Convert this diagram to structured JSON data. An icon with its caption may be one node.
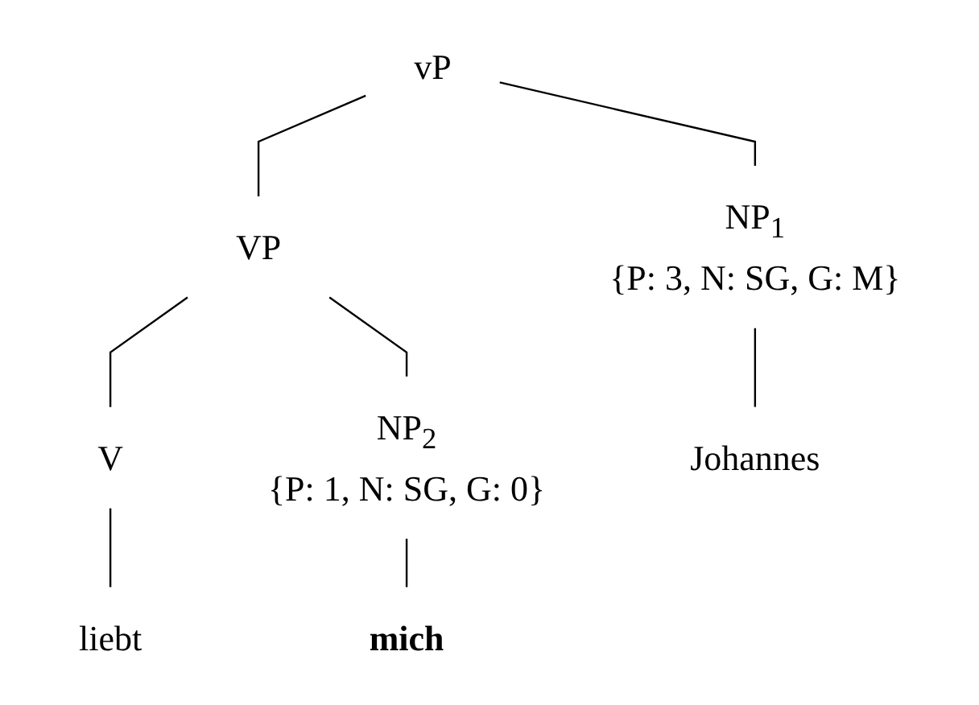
{
  "diagram": {
    "nodes": [
      {
        "text": [
          "vP"
        ]
      },
      {
        "text": [
          "NP$_{1}$",
          "{P: 3, N: SG, G: M}"
        ]
      },
      {
        "text": [
          "VP"
        ]
      },
      {
        "text": [
          "V"
        ]
      },
      {
        "text": [
          "NP$_{2}$",
          "{P: 1, N: SG, G: 0}"
        ]
      },
      {
        "text": [
          "Johannes"
        ]
      },
      {
        "text": [
          "liebt"
        ]
      },
      {
        "text": [
          "mich"
        ]
      }
    ],
    "edges": [
      {
        "from": 0,
        "to": 1,
        "arrow": "none"
      },
      {
        "from": 0,
        "to": 2,
        "arrow": "none"
      },
      {
        "from": 2,
        "to": 3,
        "arrow": "none"
      },
      {
        "from": 2,
        "to": 4,
        "arrow": "none"
      },
      {
        "from": 1,
        "to": 5,
        "arrow": "none"
      },
      {
        "from": 3,
        "to": 6,
        "arrow": "none"
      },
      {
        "from": 4,
        "to": 7,
        "arrow": "none"
      }
    ]
  }
}
